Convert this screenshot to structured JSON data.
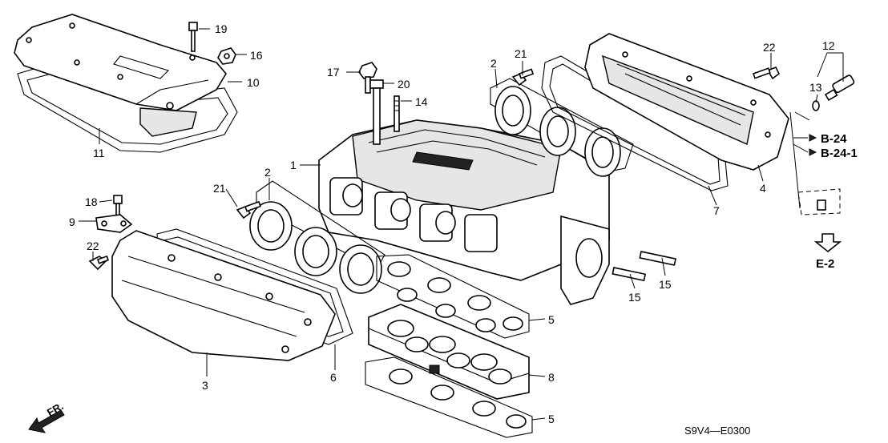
{
  "diagram_code": "S9V4—E0300",
  "front_indicator": "FR.",
  "references": {
    "b24": "B-24",
    "b24_1": "B-24-1",
    "e2": "E-2"
  },
  "callouts": {
    "p1": "1",
    "p2a": "2",
    "p2b": "2",
    "p3": "3",
    "p4": "4",
    "p5a": "5",
    "p5b": "5",
    "p6": "6",
    "p7": "7",
    "p8": "8",
    "p9": "9",
    "p10": "10",
    "p11": "11",
    "p12": "12",
    "p13": "13",
    "p14": "14",
    "p15a": "15",
    "p15b": "15",
    "p16": "16",
    "p17": "17",
    "p18": "18",
    "p19": "19",
    "p20": "20",
    "p21a": "21",
    "p21b": "21",
    "p22a": "22",
    "p22b": "22"
  }
}
